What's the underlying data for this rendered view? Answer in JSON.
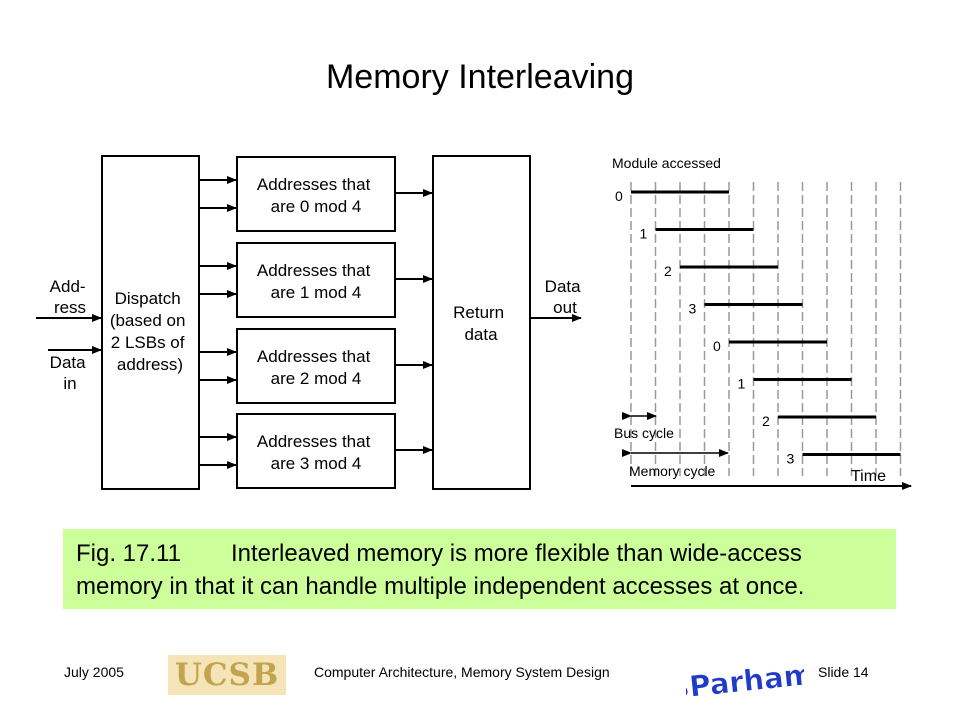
{
  "slide": {
    "title": "Memory Interleaving",
    "footer": {
      "date": "July 2005",
      "course": "Computer Architecture, Memory System Design",
      "slide_number": "Slide 14",
      "ucsb_logo": "UCSB",
      "author_logo": "BParhami"
    },
    "caption": {
      "figure": "Fig. 17.11",
      "line1": "Interleaved memory is more flexible than wide-access",
      "line2": "memory in that it can handle multiple independent accesses at once."
    }
  },
  "block_diagram": {
    "inputs": {
      "address": [
        "Add-",
        "ress"
      ],
      "data": [
        "Data",
        "in"
      ]
    },
    "dispatch": [
      "Dispatch",
      "(based on",
      "2 LSBs of",
      "address)"
    ],
    "modules": [
      [
        "Addresses that",
        "are 0 mod 4"
      ],
      [
        "Addresses that",
        "are 1 mod 4"
      ],
      [
        "Addresses that",
        "are 2 mod 4"
      ],
      [
        "Addresses that",
        "are 3 mod 4"
      ]
    ],
    "return": [
      "Return",
      "data"
    ],
    "output": [
      "Data",
      "out"
    ]
  },
  "timing": {
    "header": "Module accessed",
    "accesses": [
      "0",
      "1",
      "2",
      "3",
      "0",
      "1",
      "2",
      "3"
    ],
    "bus_cycle_label": "Bus cycle",
    "memory_cycle_label": "Memory cycle",
    "time_label": "Time"
  },
  "colors": {
    "caption_bg": "#ccff99",
    "grid": "#999999",
    "ucsb_gold": "#c2a44f",
    "logo_blue": "#1f3cc8"
  }
}
